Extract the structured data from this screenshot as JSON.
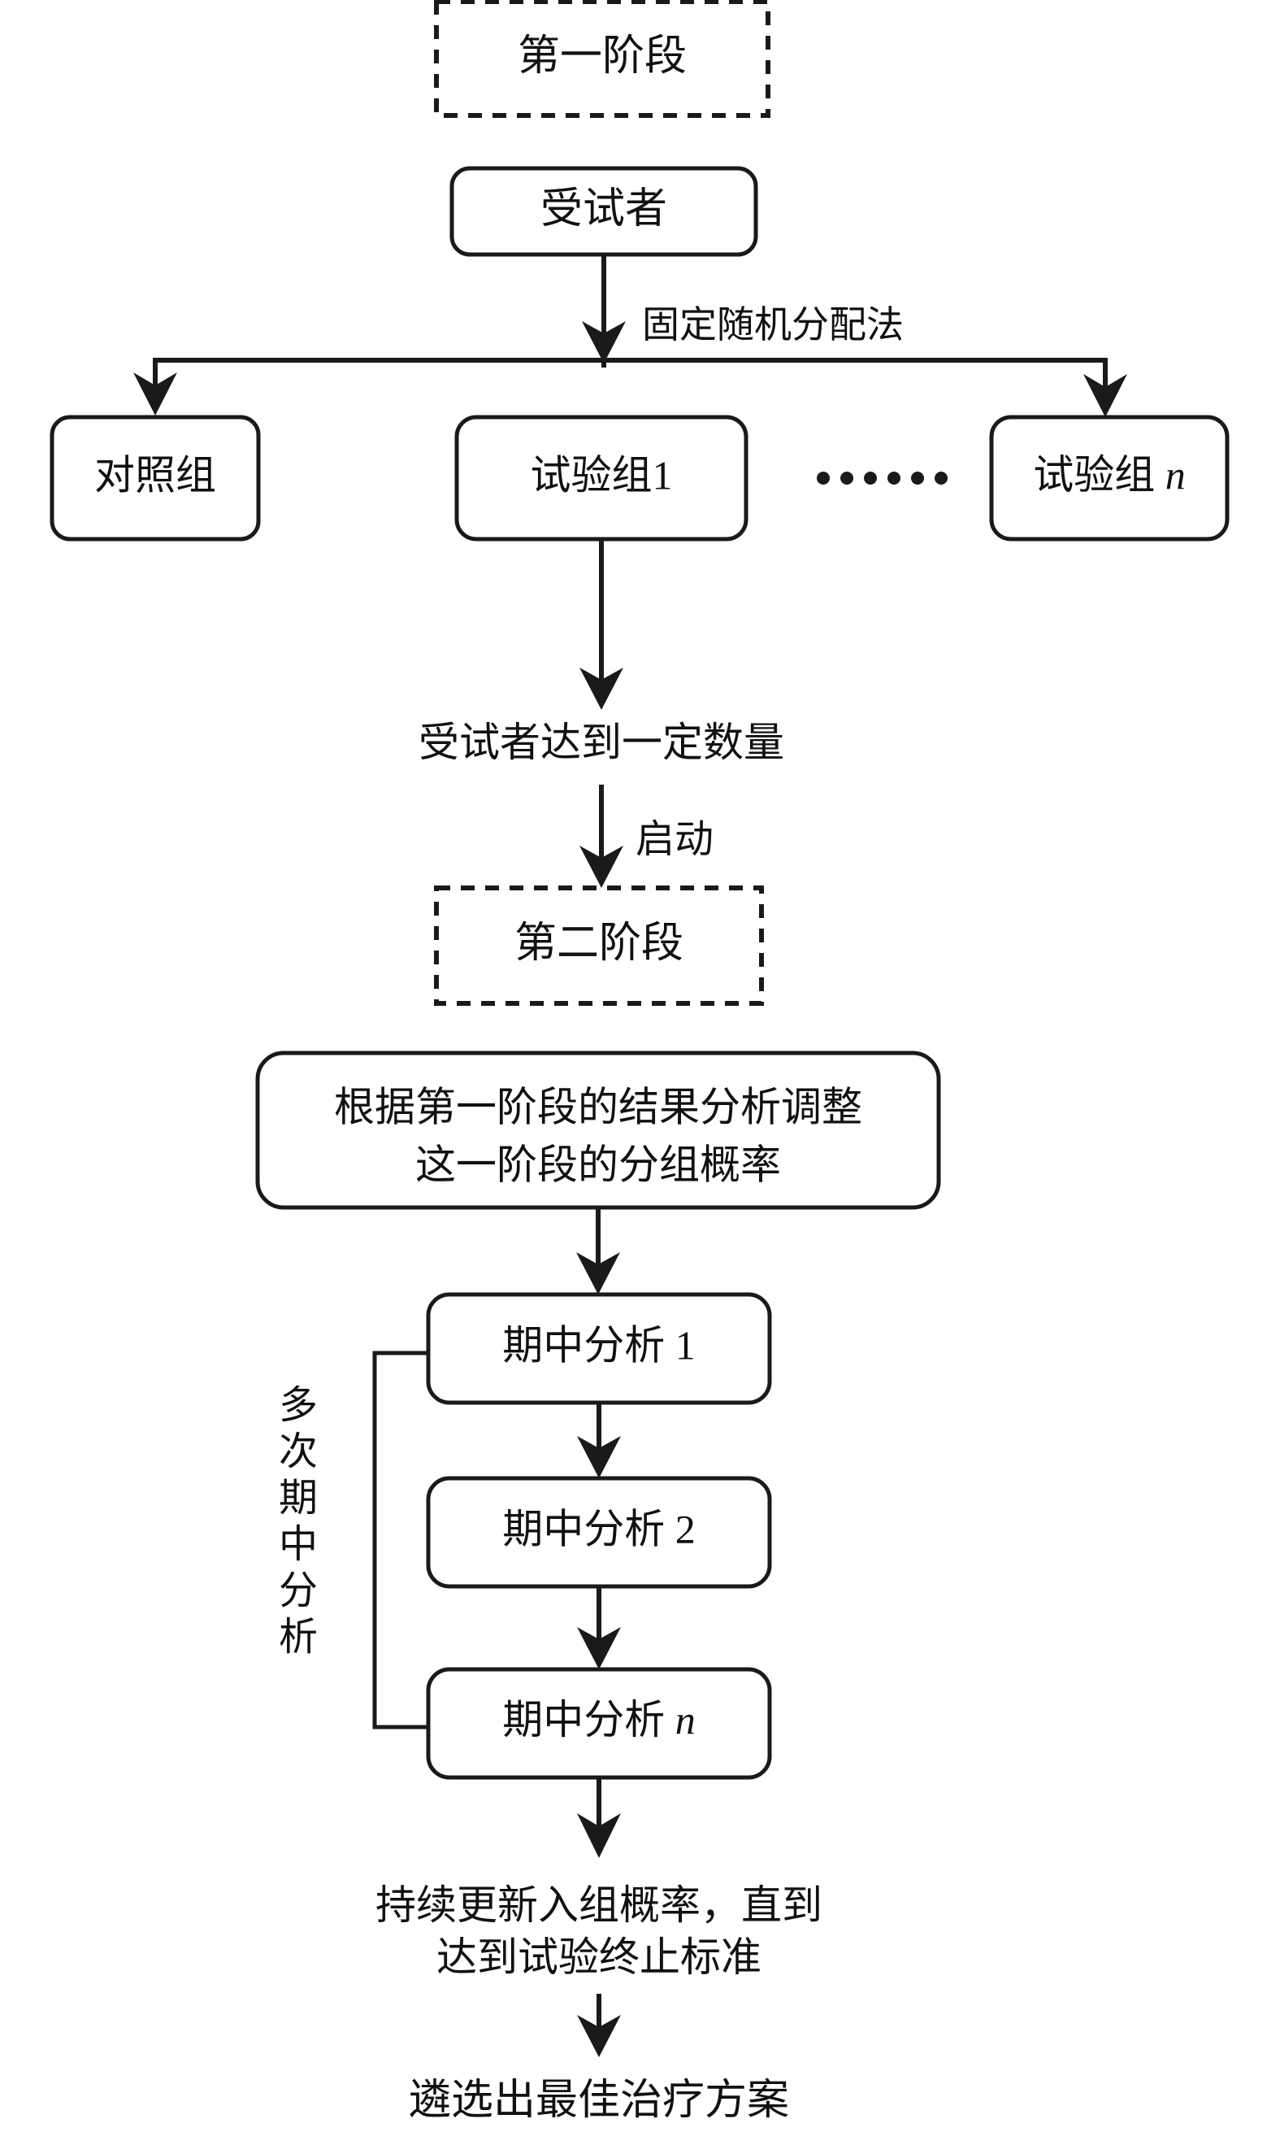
{
  "diagram": {
    "title_phase1": "第一阶段",
    "title_phase2": "第二阶段",
    "nodes": {
      "subjects": "受试者",
      "control_group": "对照组",
      "trial_group_1": "试验组1",
      "trial_group_n_prefix": "试验组 ",
      "trial_group_n_suffix": "n",
      "ellipsis": "……",
      "enough_subjects": "受试者达到一定数量",
      "adjust_box_line1": "根据第一阶段的结果分析调整",
      "adjust_box_line2": "这一阶段的分组概率",
      "interim_1": "期中分析 1",
      "interim_2": "期中分析 2",
      "interim_n_prefix": "期中分析 ",
      "interim_n_suffix": "n",
      "update_line1": "持续更新入组概率，直到",
      "update_line2": "达到试验终止标准",
      "final_outcome": "遴选出最佳治疗方案"
    },
    "edge_labels": {
      "randomization": "固定随机分配法",
      "start": "启动"
    },
    "side_label": {
      "text": "多次期中分析",
      "chars": [
        "多",
        "次",
        "期",
        "中",
        "分",
        "析"
      ]
    },
    "colors": {
      "stroke": "#1a1a1a",
      "text": "#111111",
      "background": "#ffffff"
    }
  }
}
